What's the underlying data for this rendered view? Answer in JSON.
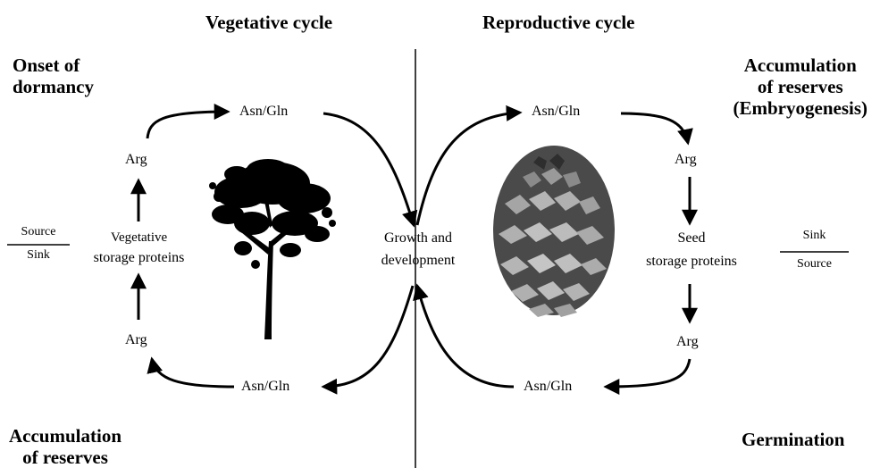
{
  "headers": {
    "vegetative_cycle": "Vegetative cycle",
    "reproductive_cycle": "Reproductive cycle",
    "onset_of_dormancy": "Onset of\ndormancy",
    "accumulation_embryogenesis": "Accumulation\nof reserves\n(Embryogenesis)",
    "accumulation_reserves": "Accumulation\nof reserves",
    "germination": "Germination"
  },
  "vegetative": {
    "asn_gln_top": "Asn/Gln",
    "arg_top": "Arg",
    "storage_proteins_line1": "Vegetative",
    "storage_proteins_line2": "storage proteins",
    "arg_bottom": "Arg",
    "asn_gln_bottom": "Asn/Gln",
    "ratio_numerator": "Source",
    "ratio_denominator": "Sink"
  },
  "center": {
    "growth_line1": "Growth and",
    "growth_line2": "development"
  },
  "reproductive": {
    "asn_gln_top": "Asn/Gln",
    "arg_top": "Arg",
    "seed_line1": "Seed",
    "seed_line2": "storage proteins",
    "arg_bottom": "Arg",
    "asn_gln_bottom": "Asn/Gln",
    "ratio_numerator": "Sink",
    "ratio_denominator": "Source"
  },
  "images": {
    "tree": "pine-tree-silhouette",
    "cone": "pine-cone"
  },
  "colors": {
    "ink": "#000000",
    "cone_dark": "#3a3a3a",
    "cone_light": "#b9b9b9"
  }
}
